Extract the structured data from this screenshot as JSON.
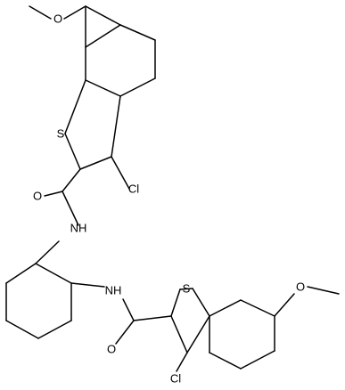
{
  "atom_labels": {
    "s1": "S",
    "s2": "S",
    "cl1": "Cl",
    "cl2": "Cl",
    "o_carbonyl1": "O",
    "o_carbonyl2": "O",
    "o_methoxy1": "O",
    "o_methoxy2": "O",
    "nh1": "NH",
    "nh2": "NH"
  },
  "colors": {
    "bond": "#000000",
    "label": "#000000",
    "background": "#ffffff"
  }
}
